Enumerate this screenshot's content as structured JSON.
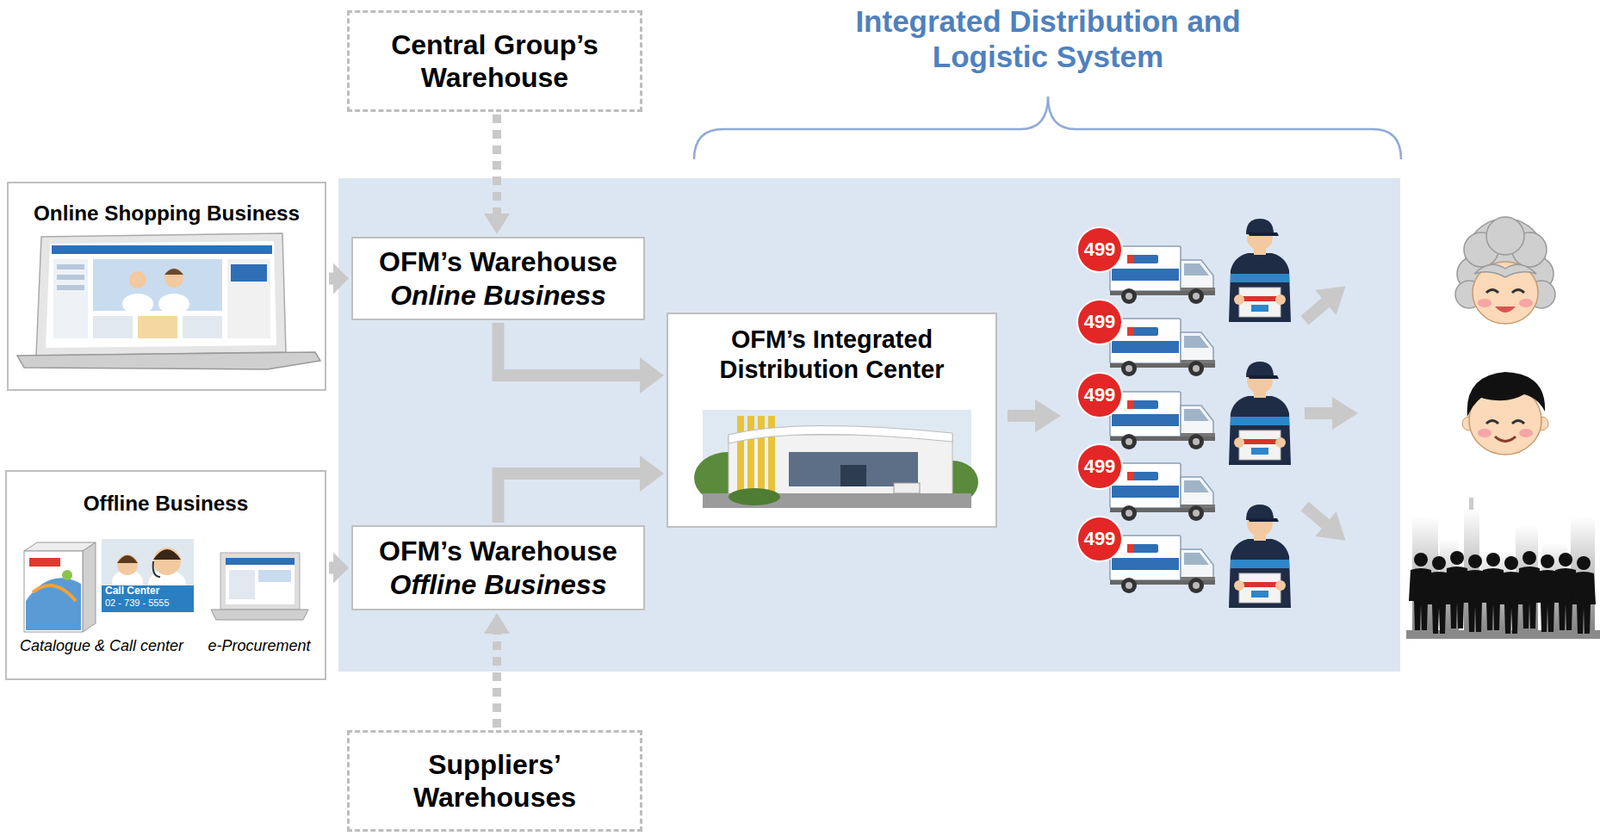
{
  "diagram": {
    "title": "Integrated Distribution and Logistic System",
    "nodes": [
      {
        "text": [
          "Central Group’s Warehouse"
        ]
      },
      {
        "text": [
          "Online Shopping Business"
        ]
      },
      {
        "text": [
          "OFM’s Warehouse",
          "Online Business"
        ]
      },
      {
        "text": [
          "OFM’s Integrated Distribution Center"
        ]
      },
      {
        "text": [
          "Offline Business",
          "Catalogue & Call center",
          "e-Procurement"
        ]
      },
      {
        "text": [
          "OFM’s Warehouse",
          "Offline Business"
        ]
      },
      {
        "text": [
          "Suppliers’ Warehouses"
        ]
      }
    ],
    "edges": [
      {
        "from": 0,
        "to": 2,
        "arrow": "to"
      },
      {
        "from": 1,
        "to": 2,
        "arrow": "to"
      },
      {
        "from": 2,
        "to": 3,
        "arrow": "to"
      },
      {
        "from": 4,
        "to": 5,
        "arrow": "to"
      },
      {
        "from": 5,
        "to": 3,
        "arrow": "to"
      },
      {
        "from": 6,
        "to": 5,
        "arrow": "to"
      }
    ],
    "labels": [
      "499",
      "499",
      "499",
      "499",
      "499",
      "Call Center",
      "02 - 739 - 5555"
    ]
  }
}
